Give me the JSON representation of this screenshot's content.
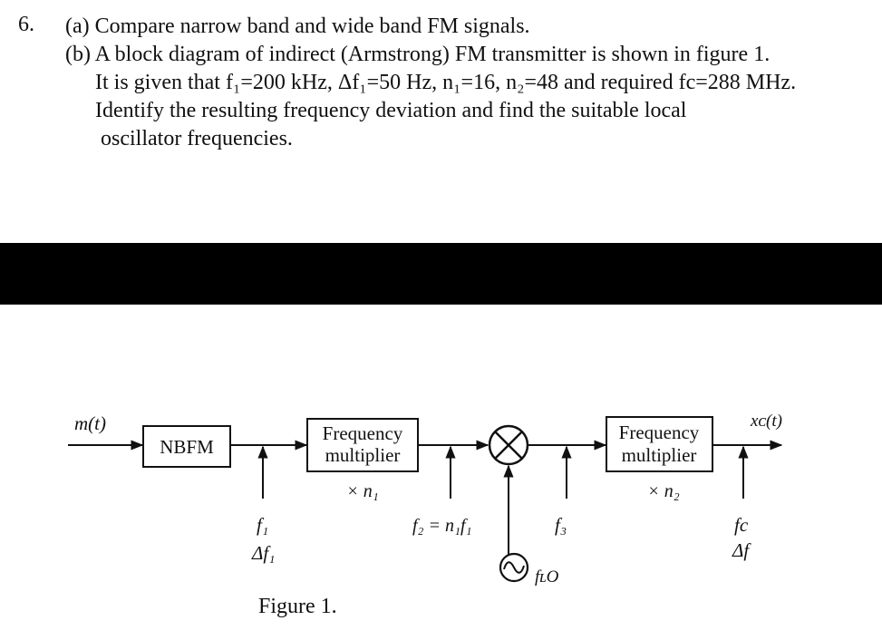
{
  "question": {
    "number": "6.",
    "part_a": "(a) Compare narrow band and wide band FM signals.",
    "part_b_line1": "(b) A block diagram of indirect (Armstrong) FM transmitter is shown in figure 1.",
    "part_b_line2": "It is given that f₁=200 kHz, Δf₁=50 Hz, n₁=16, n₂=48 and required fc=288 MHz.",
    "part_b_line3": "Identify the resulting frequency deviation and find the suitable local",
    "part_b_line4": "oscillator frequencies."
  },
  "diagram": {
    "input_label": "m(t)",
    "nbfm_label": "NBFM",
    "multiplier1": {
      "line1": "Frequency",
      "line2": "multiplier",
      "factor": "× n₁"
    },
    "multiplier2": {
      "line1": "Frequency",
      "line2": "multiplier",
      "factor": "× n₂"
    },
    "f1_label": "f₁",
    "df1_label": "Δf₁",
    "f2_label": "f₂ = n₁f₁",
    "f3_label": "f₃",
    "flo_label": "fʟO",
    "fc_label": "fc",
    "df_label": "Δf",
    "output_label": "xᴄ(t)",
    "caption": "Figure 1."
  }
}
